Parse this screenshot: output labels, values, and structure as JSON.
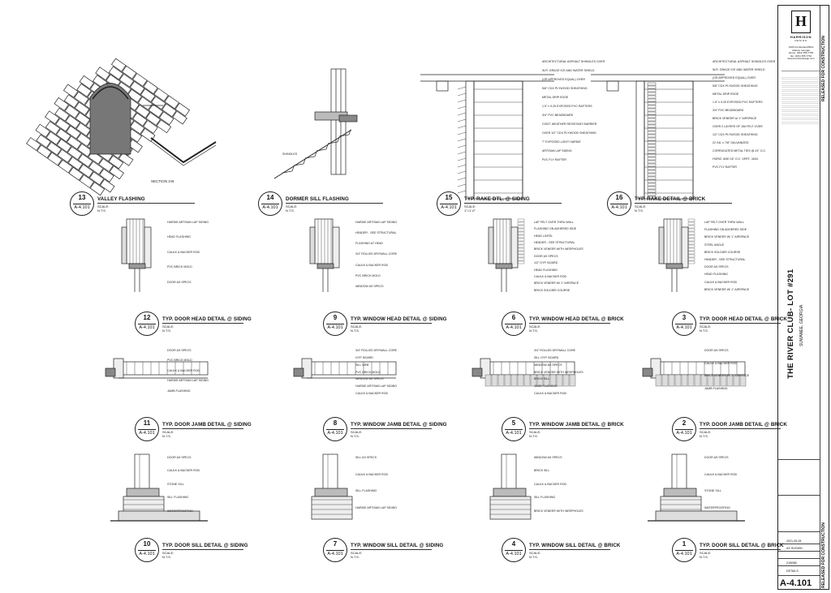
{
  "details": [
    {
      "num": "13",
      "sheet": "A-4.101",
      "title": "VALLEY FLASHING",
      "scale": "SCALE: N.T.S."
    },
    {
      "num": "14",
      "sheet": "A-4.101",
      "title": "DORMER SILL FLASHING",
      "scale": "SCALE: N.T.S."
    },
    {
      "num": "15",
      "sheet": "A-4.101",
      "title": "TYP. RAKE DTL. @ SIDING",
      "scale": "SCALE: 1\"=1'-0\""
    },
    {
      "num": "16",
      "sheet": "A-4.101",
      "title": "TYP. RAKE DETAIL @ BRICK",
      "scale": "SCALE: N.T.S."
    },
    {
      "num": "12",
      "sheet": "A-4.101",
      "title": "TYP. DOOR HEAD DETAIL @ SIDING",
      "scale": "SCALE: N.T.S."
    },
    {
      "num": "9",
      "sheet": "A-4.101",
      "title": "TYP. WINDOW HEAD DETAIL @ SIDING",
      "scale": "SCALE: N.T.S."
    },
    {
      "num": "6",
      "sheet": "A-4.101",
      "title": "TYP. WINDOW HEAD DETAIL @ BRICK",
      "scale": "SCALE: N.T.S."
    },
    {
      "num": "3",
      "sheet": "A-4.101",
      "title": "TYP. DOOR HEAD DETAIL @ BRICK",
      "scale": "SCALE: N.T.S."
    },
    {
      "num": "11",
      "sheet": "A-4.101",
      "title": "TYP. DOOR JAMB DETAIL @ SIDING",
      "scale": "SCALE: N.T.S."
    },
    {
      "num": "8",
      "sheet": "A-4.101",
      "title": "TYP. WINDOW JAMB DETAIL @ SIDING",
      "scale": "SCALE: N.T.S."
    },
    {
      "num": "5",
      "sheet": "A-4.101",
      "title": "TYP. WINDOW JAMB DETAIL @ BRICK",
      "scale": "SCALE: N.T.S."
    },
    {
      "num": "2",
      "sheet": "A-4.101",
      "title": "TYP. DOOR JAMB DETAIL @ BRICK",
      "scale": "SCALE: N.T.S."
    },
    {
      "num": "10",
      "sheet": "A-4.101",
      "title": "TYP. DOOR SILL DETAIL @ SIDING",
      "scale": "SCALE: N.T.S."
    },
    {
      "num": "7",
      "sheet": "A-4.101",
      "title": "TYP. WINDOW SILL DETAIL @ SIDING",
      "scale": "SCALE: N.T.S."
    },
    {
      "num": "4",
      "sheet": "A-4.101",
      "title": "TYP. WINDOW SILL DETAIL @ BRICK",
      "scale": "SCALE: N.T.S."
    },
    {
      "num": "1",
      "sheet": "A-4.101",
      "title": "TYP. DOOR SILL DETAIL @ BRICK",
      "scale": "SCALE: N.T.S."
    }
  ],
  "notes": {
    "d13": [
      "SECTION 3-B"
    ],
    "d14": [
      "SHINGLES"
    ],
    "d15": [
      "ARCHITECTURAL ASPHALT SHINGLES OVER",
      "W.R. GRACE ICE AND WATER SHIELD",
      "(OR APPROVED EQUAL) OVER",
      "5/8\" CDX PLYWOOD SHEATHING",
      "METAL DRIP EDGE",
      "1.5\" x 9.25 EXPOSED PVC RAFTERS",
      "3/4\" PVC BEADBOARD",
      "CONT. WEATHER RESISTANT BARRIER",
      "OVER 1/2\" CDX PLYWOOD SHEATHING",
      "7\" EXPOSED LIGHT HARDIE",
      "ARTISAN LAP SIDING",
      "PVC FLY RAFTER"
    ],
    "d16": [
      "ARCHITECTURAL ASPHALT SHINGLES OVER",
      "W.R. GRACE ICE AND WATER SHIELD",
      "(OR APPROVED EQUAL) OVER",
      "5/8\" CDX PLYWOOD SHEATHING",
      "METAL DRIP EDGE",
      "1.5\" x 9.25 EXPOSED PVC RAFTERS",
      "3/4\" PVC BEADBOARD",
      "BRICK VENEER w/ 1\" AIRSPACE",
      "OVER 2 LAYERS OF 15# FELT OVER",
      "1/2\" CDX PLYWOOD SHEATHING",
      "22 GA. x 7/8\" GALVANIZED",
      "CORRUGATED METAL TIES @ 24\" O.C.",
      "HORIZ. AND 16\" O.C. VERT., MAX.",
      "PVC FLY RAFTER"
    ],
    "d12": [
      "HARDIE ARTISAN LAP SIDING",
      "HEAD FLASHING",
      "CAULK & BACKER ROD",
      "PVC BRICK MOLD",
      "DOOR AS SPECS"
    ],
    "d9": [
      "HARDIE ARTISAN LAP SIDING",
      "HEADER - SEE STRUCTURAL",
      "FLASHING AT HEAD",
      "3/4\" ROLLED DRYWALL CORE",
      "CAULK & BACKER ROD",
      "PVC BRICK MOLD",
      "WINDOW AS SPECS"
    ],
    "d6": [
      "LAP FELT OVER THRU WALL",
      "FLASHING ON ADHERED SIDE",
      "HEAD LINTEL",
      "HEADER - SEE STRUCTURAL",
      "BRICK VENEER WITH WEEPHOLES",
      "DOOR AS SPECS",
      "1/2\" GYP. BOARD",
      "HEAD FLASHING",
      "CAULK & BACKER ROD",
      "BRICK VENEER W/ 1\" AIRSPACE",
      "BRICK SOLDIER COURSE"
    ],
    "d3": [
      "LAP FELT OVER THRU WALL",
      "FLASHING ON ADHERED SIDE",
      "BRICK VENEER W/ 1\" AIRSPACE",
      "STEEL ANGLE",
      "BRICK SOLDIER COURSE",
      "HEADER - SEE STRUCTURAL",
      "DOOR AS SPECS",
      "HEAD FLASHING",
      "CAULK & BACKER ROD",
      "BRICK VENEER W/ 1\" AIRSPACE"
    ],
    "d11": [
      "DOOR AS SPECS",
      "PVC BRICK MOLD",
      "CAULK & BACKER ROD",
      "HARDIE ARTISAN LAP SIDING",
      "JAMB FLASHING"
    ],
    "d8": [
      "3/4\" ROLLED DRYWALL CORE",
      "GYP. BOARD",
      "SILL WEB",
      "PVC BRICK MOLD",
      "WINDOW AS SPECS",
      "HARDIE ARTISAN LAP SIDING",
      "CAULK & BACKER ROD"
    ],
    "d5": [
      "3/4\" ROLLED DRYWALL CORE",
      "SILL GYP. BOARD",
      "WINDOW AS SPECS",
      "BRICK VENEER WITH WEEPHOLES",
      "BRICK SILL",
      "JAMB FLASHING",
      "CAULK & BACKER ROD"
    ],
    "d2": [
      "DOOR AS SPECS",
      "CAULK & BACKER ROD",
      "BRICK VENEER W/ 1\" AIRSPACE",
      "JAMB FLASHING"
    ],
    "d10": [
      "DOOR AS SPECS",
      "CAULK & BACKER ROD",
      "STONE SILL",
      "SILL FLASHING",
      "WATERPROOFING"
    ],
    "d7": [
      "SILL AS SPECS",
      "CAULK & BACKER ROD",
      "SILL FLASHING",
      "HARDIE ARTISAN LAP SIDING"
    ],
    "d4": [
      "WINDOW AS SPECS",
      "BRICK SILL",
      "CAULK & BACKER ROD",
      "SILL FLASHING",
      "BRICK VENEER WITH WEEPHOLES"
    ],
    "d1": [
      "DOOR AS SPECS",
      "CAULK & BACKER ROD",
      "STONE SILL",
      "WATERPROOFING"
    ]
  },
  "title_block": {
    "logo_letter": "H",
    "firm": "HARRISON",
    "firm_sub": "DESIGN",
    "address": [
      "3100 Cumberland Blvd",
      "Atlanta, Georgia",
      "phone: (404) 355-7760",
      "fax: (404) 355-7764",
      "www.harrisondesign.com"
    ],
    "project": "THE RIVER CLUB- LOT #291",
    "location": "SUWANEE, GEORGIA",
    "status_top": "RELEASED FOR CONSTRUCTION",
    "status_bottom": "RELEASED FOR CONSTRUCTION",
    "date": "2021-05-28",
    "scale": "AS SHOWN",
    "job_no": "215065",
    "sheet_name": "DETAILS",
    "sheet_no": "A-4.101"
  }
}
